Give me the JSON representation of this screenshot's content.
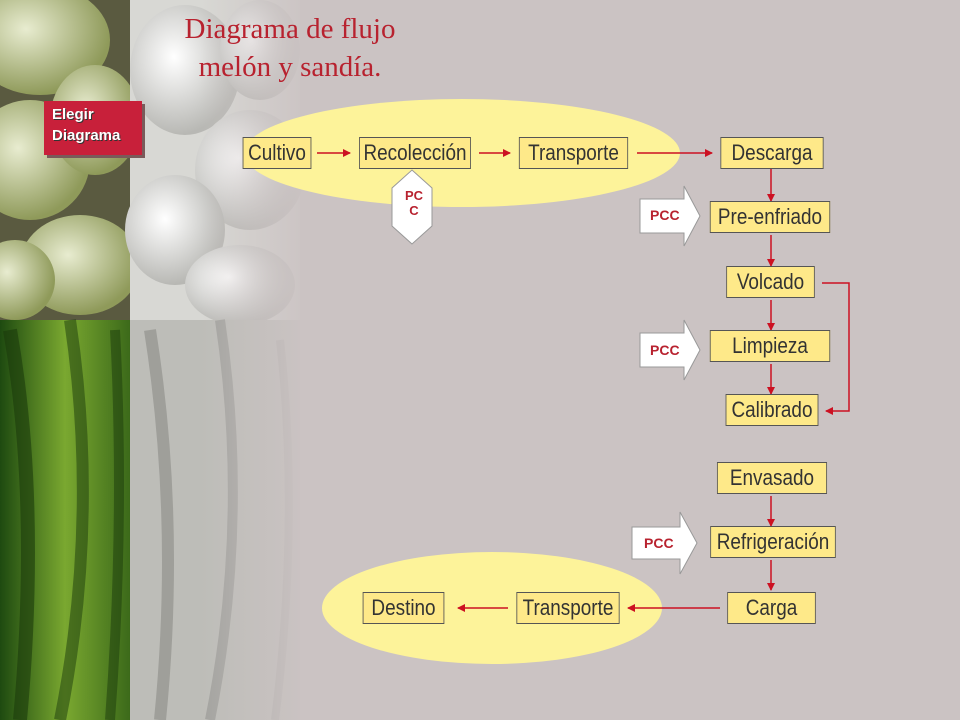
{
  "title": {
    "line1": "Diagrama de flujo",
    "line2": "melón y sandía."
  },
  "elegir_button": {
    "line1": "Elegir",
    "line2": "Diagrama"
  },
  "flow": {
    "cultivo": "Cultivo",
    "recoleccion": "Recolección",
    "transporte_1": "Transporte",
    "descarga": "Descarga",
    "preenfriado": "Pre-enfriado",
    "volcado": "Volcado",
    "limpieza": "Limpieza",
    "calibrado": "Calibrado",
    "envasado": "Envasado",
    "refrigeracion": "Refrigeración",
    "carga": "Carga",
    "transporte_2": "Transporte",
    "destino": "Destino"
  },
  "pcc_labels": {
    "recoleccion_line1": "PC",
    "recoleccion_line2": "C",
    "preenfriado": "PCC",
    "limpieza": "PCC",
    "refrigeracion": "PCC"
  },
  "colors": {
    "title": "#b8222f",
    "node_fill": "#fee989",
    "ellipse_fill": "#fdf39a",
    "arrow": "#cc1122",
    "button": "#c8203a",
    "background": "#cbc3c3"
  }
}
